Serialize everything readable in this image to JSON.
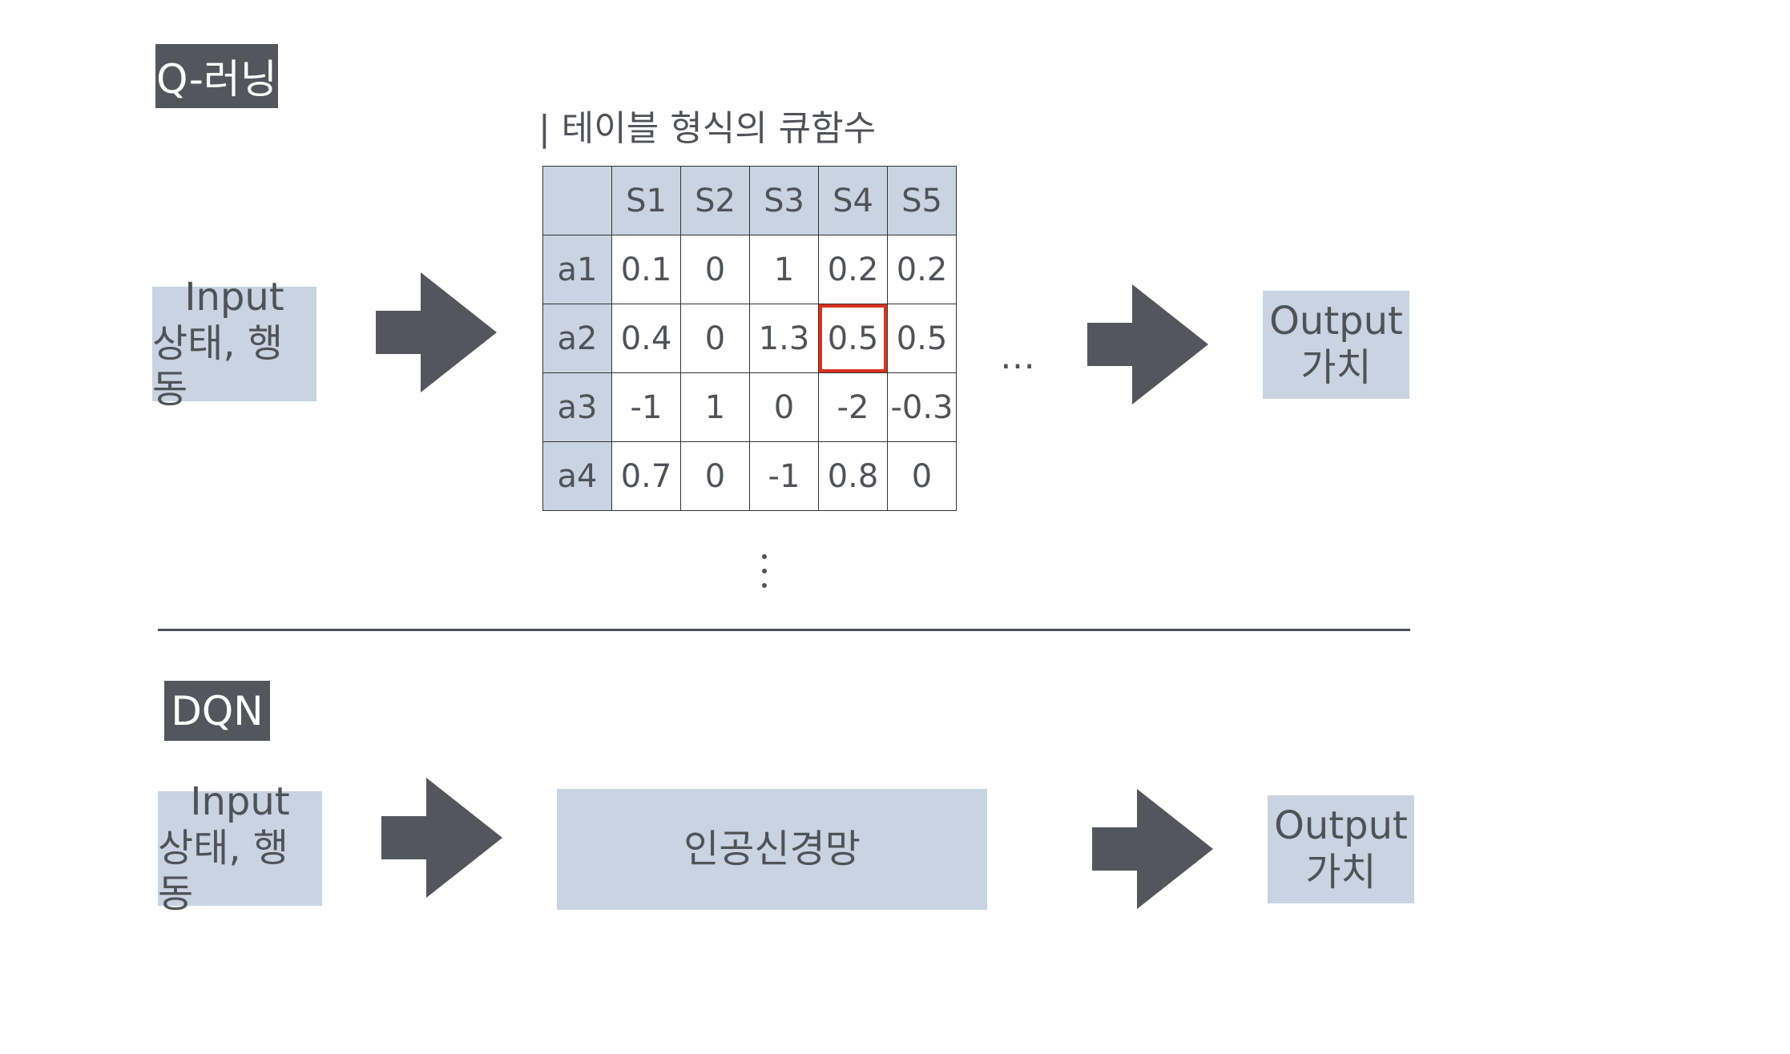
{
  "colors": {
    "dark_label": "#53575d",
    "light_box": "#c9d3e1",
    "highlight": "#d9321f",
    "text": "#4f5358"
  },
  "qlearning": {
    "label": "Q-러닝",
    "input": {
      "line1": "Input",
      "line2": "상태, 행동"
    },
    "table_title": "| 테이블 형식의 큐함수",
    "table": {
      "columns": [
        "S1",
        "S2",
        "S3",
        "S4",
        "S5"
      ],
      "rows": [
        {
          "action": "a1",
          "values": [
            "0.1",
            "0",
            "1",
            "0.2",
            "0.2"
          ]
        },
        {
          "action": "a2",
          "values": [
            "0.4",
            "0",
            "1.3",
            "0.5",
            "0.5"
          ]
        },
        {
          "action": "a3",
          "values": [
            "-1",
            "1",
            "0",
            "-2",
            "-0.3"
          ]
        },
        {
          "action": "a4",
          "values": [
            "0.7",
            "0",
            "-1",
            "0.8",
            "0"
          ]
        }
      ],
      "highlighted_cell": {
        "row": "a2",
        "column": "S4"
      }
    },
    "ellipsis_h": "…",
    "output": {
      "line1": "Output",
      "line2": "가치"
    }
  },
  "dqn": {
    "label": "DQN",
    "input": {
      "line1": "Input",
      "line2": "상태, 행동"
    },
    "network": "인공신경망",
    "output": {
      "line1": "Output",
      "line2": "가치"
    }
  }
}
